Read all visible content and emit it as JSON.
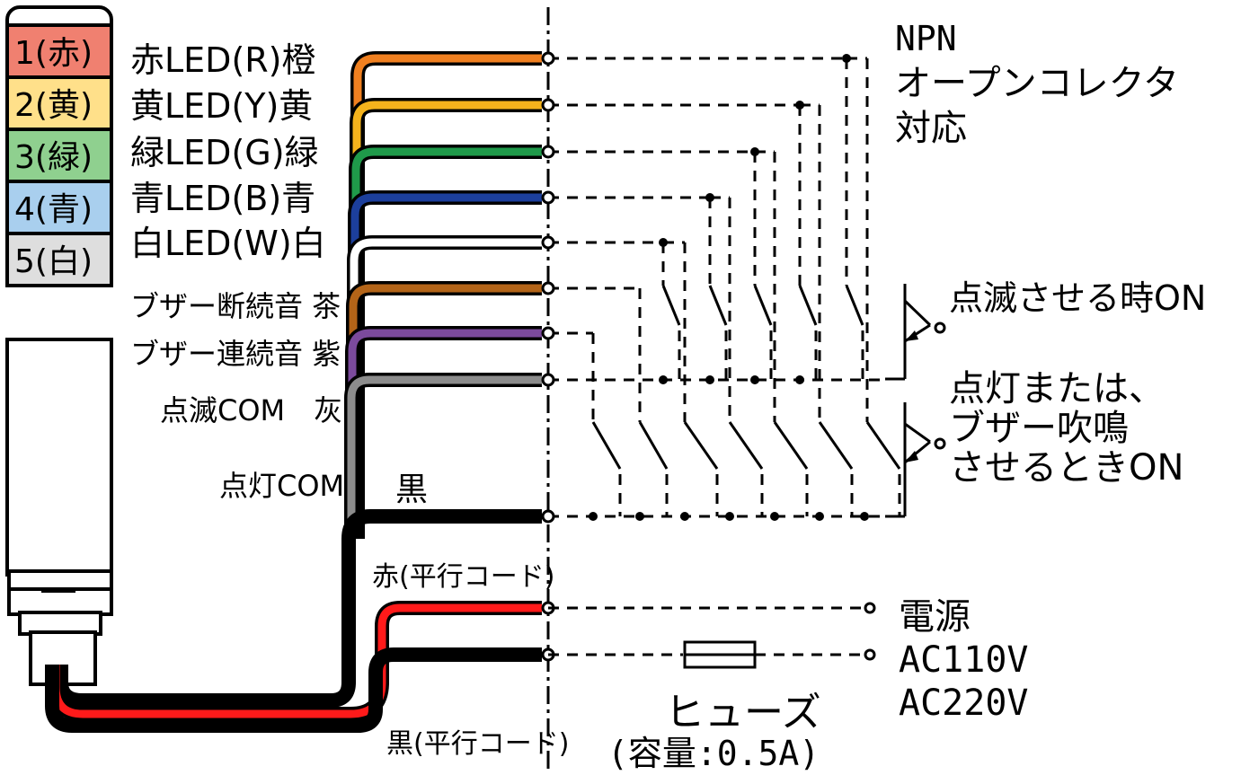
{
  "tower": {
    "tiers": [
      {
        "label": "1(赤)",
        "color": "#f08070"
      },
      {
        "label": "2(黄)",
        "color": "#ffe08a"
      },
      {
        "label": "3(緑)",
        "color": "#8fd08f"
      },
      {
        "label": "4(青)",
        "color": "#a9cfee"
      },
      {
        "label": "5(白)",
        "color": "#dedede"
      }
    ]
  },
  "wires": [
    {
      "label": "赤LED(R)橙",
      "color": "#f08020"
    },
    {
      "label": "黄LED(Y)黄",
      "color": "#f5b31c"
    },
    {
      "label": "緑LED(G)緑",
      "color": "#1f9a4a"
    },
    {
      "label": "青LED(B)青",
      "color": "#1c3f9c"
    },
    {
      "label": "白LED(W)白",
      "color": "#ffffff"
    },
    {
      "label": "ブザー断続音 茶",
      "color": "#b36418"
    },
    {
      "label": "ブザー連続音 紫",
      "color": "#7b4a9c"
    },
    {
      "label": "点滅COM　灰",
      "color": "#8c8c8c"
    },
    {
      "label": "点灯COM",
      "color": "#000000"
    }
  ],
  "black_wire_label": "黒",
  "power_wires": [
    {
      "label": "赤(平行コード)",
      "color": "#ff1a1a"
    },
    {
      "label": "黒(平行コード)",
      "color": "#000000"
    }
  ],
  "npn_note": [
    "NPN",
    "オープンコレクタ",
    "対応"
  ],
  "transistor_flash": [
    "点滅させる時ON"
  ],
  "transistor_steady": [
    "点灯または、",
    "ブザー吹鳴",
    "させるときON"
  ],
  "power": [
    "電源",
    "AC110V",
    "AC220V"
  ],
  "fuse": [
    "ヒューズ",
    "(容量:0.5A)"
  ]
}
